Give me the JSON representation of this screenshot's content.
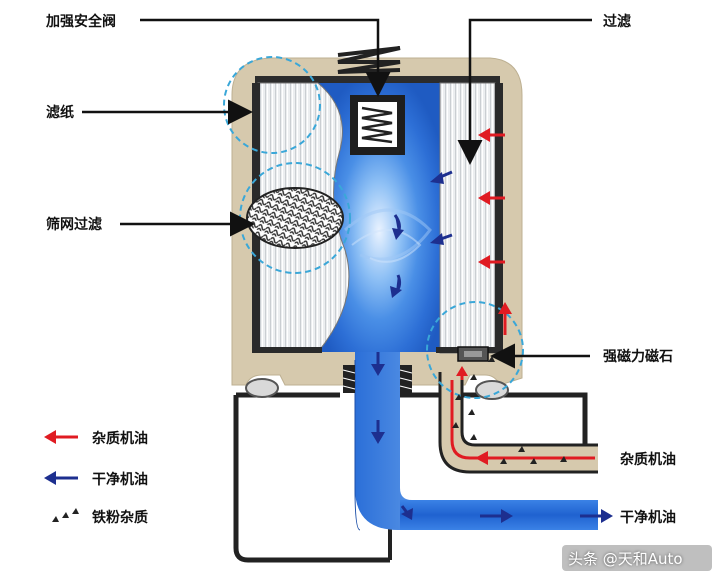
{
  "labels": {
    "safety_valve": "加强安全阀",
    "filter_paper": "滤纸",
    "screen_filter": "筛网过滤",
    "filtering": "过滤",
    "magnet": "强磁力磁石",
    "dirty_oil_in": "杂质机油",
    "clean_oil_out": "干净机油"
  },
  "legend": {
    "dirty_oil": "杂质机油",
    "clean_oil": "干净机油",
    "iron_particles": "铁粉杂质"
  },
  "watermark": "头条 @天和Auto",
  "colors": {
    "housing": "#d6c9ad",
    "oil_blue": "#2f7de0",
    "dirty_red": "#e01b22",
    "arrow_navy": "#1d2f8f",
    "highlight_circle": "#3aa7d8"
  }
}
